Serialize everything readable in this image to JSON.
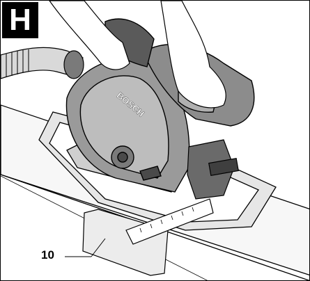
{
  "figure": {
    "label": "H",
    "brand_text": "BOSCH",
    "callouts": [
      {
        "number": "10"
      }
    ]
  },
  "colors": {
    "line": "#000000",
    "background": "#ffffff",
    "tool_body": "#9a9a9a",
    "tool_dark": "#4a4a4a",
    "tool_light": "#cfcfcf",
    "workpiece": "#ffffff"
  },
  "icons": [
    "circular-saw-illustration",
    "hand-illustration",
    "dust-hose-illustration",
    "parallel-guide-illustration"
  ]
}
